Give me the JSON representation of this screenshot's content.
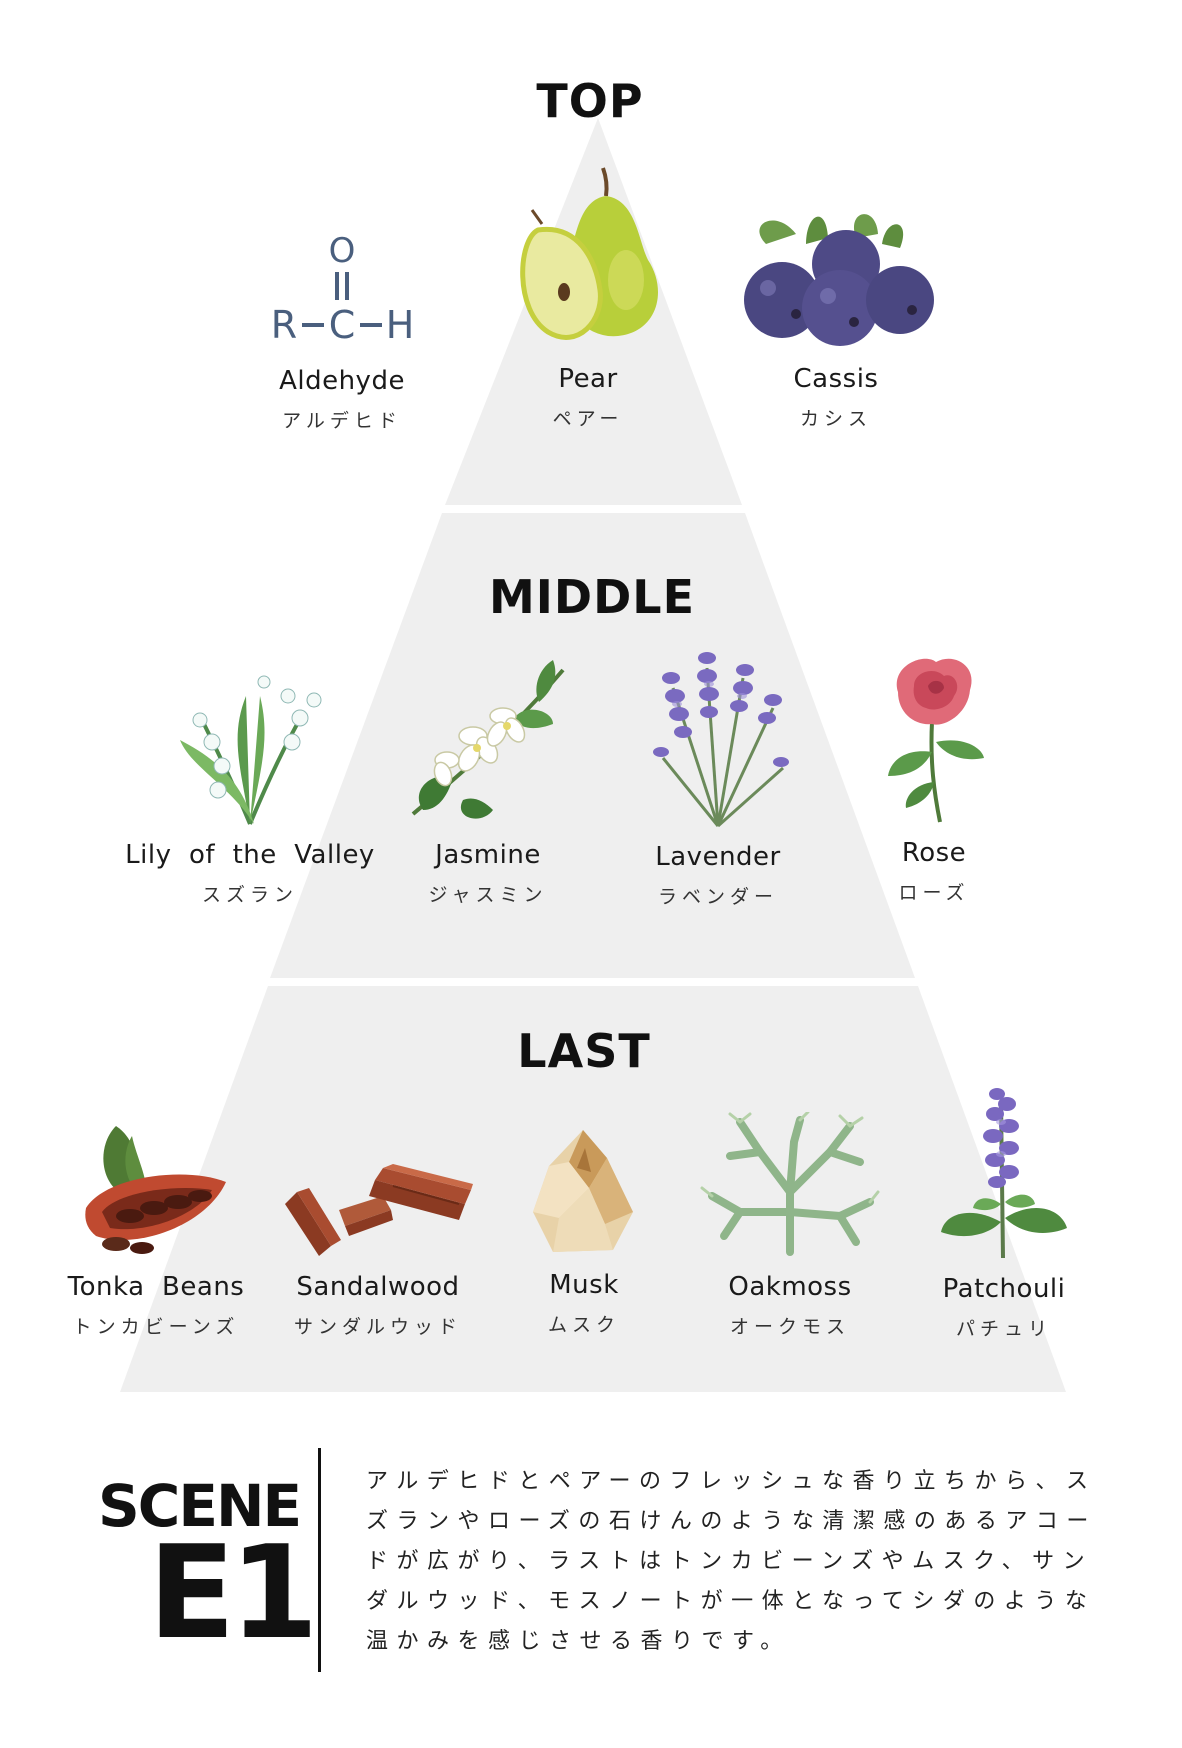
{
  "tiers": {
    "top": {
      "title": "TOP",
      "notes": [
        {
          "en": "Aldehyde",
          "ja": "アルデヒド",
          "icon": "aldehyde-formula-icon"
        },
        {
          "en": "Pear",
          "ja": "ペアー",
          "icon": "pear-icon"
        },
        {
          "en": "Cassis",
          "ja": "カシス",
          "icon": "cassis-icon"
        }
      ]
    },
    "middle": {
      "title": "MIDDLE",
      "notes": [
        {
          "en": "Lily  of  the  Valley",
          "ja": "スズラン",
          "icon": "lily-of-the-valley-icon"
        },
        {
          "en": "Jasmine",
          "ja": "ジャスミン",
          "icon": "jasmine-icon"
        },
        {
          "en": "Lavender",
          "ja": "ラベンダー",
          "icon": "lavender-icon"
        },
        {
          "en": "Rose",
          "ja": "ローズ",
          "icon": "rose-icon"
        }
      ]
    },
    "last": {
      "title": "LAST",
      "notes": [
        {
          "en": "Tonka  Beans",
          "ja": "トンカビーンズ",
          "icon": "tonka-beans-icon"
        },
        {
          "en": "Sandalwood",
          "ja": "サンダルウッド",
          "icon": "sandalwood-icon"
        },
        {
          "en": "Musk",
          "ja": "ムスク",
          "icon": "musk-crystal-icon"
        },
        {
          "en": "Oakmoss",
          "ja": "オークモス",
          "icon": "oakmoss-icon"
        },
        {
          "en": "Patchouli",
          "ja": "パチュリ",
          "icon": "patchouli-icon"
        }
      ]
    }
  },
  "formula": {
    "o": "O",
    "r": "R",
    "c": "C",
    "h": "H"
  },
  "scene": {
    "label": "SCENE",
    "code": "E1",
    "description": "アルデヒドとペアーのフレッシュな香り立ちから、スズランやローズの石けんのような清潔感のあるアコードが広がり、ラストはトンカビーンズやムスク、サンダルウッド、モスノートが一体となってシダのような温かみを感じさせる香りです。"
  },
  "colors": {
    "pyramid": "#efefef",
    "text": "#111111",
    "formula": "#4a5f7e"
  }
}
